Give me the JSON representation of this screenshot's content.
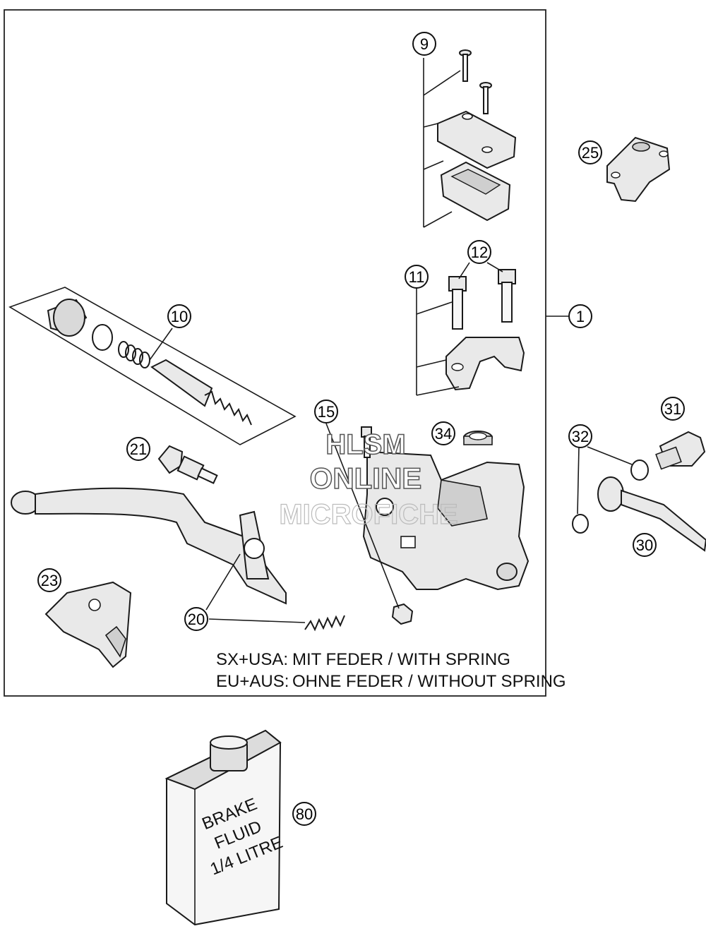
{
  "callouts": {
    "c1": "1",
    "c9": "9",
    "c10": "10",
    "c11": "11",
    "c12": "12",
    "c15": "15",
    "c20": "20",
    "c21": "21",
    "c23": "23",
    "c25": "25",
    "c30": "30",
    "c31": "31",
    "c32": "32",
    "c34": "34",
    "c80": "80"
  },
  "notes": {
    "line1_prefix": "SX+USA:",
    "line1_text": "MIT FEDER / WITH SPRING",
    "line2_prefix": "EU+AUS:",
    "line2_text": "OHNE FEDER / WITHOUT SPRING"
  },
  "watermark": {
    "line1": "HLSM",
    "line2": "ONLINE",
    "line3": "MICROFICHE"
  },
  "bottle": {
    "line1": "BRAKE",
    "line2": "FLUID",
    "line3": "1/4 LITRE"
  }
}
